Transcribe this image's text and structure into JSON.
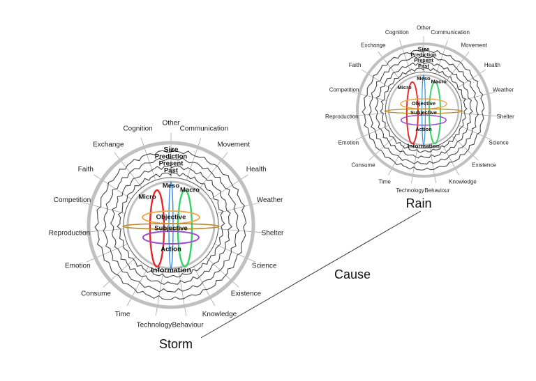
{
  "sectors": [
    "Other",
    "Communication",
    "Movement",
    "Health",
    "Weather",
    "Shelter",
    "Science",
    "Existence",
    "Knowledge",
    "Behaviour",
    "Technology",
    "Time",
    "Consume",
    "Emotion",
    "Reproduction",
    "Competition",
    "Faith",
    "Exchange",
    "Cognition"
  ],
  "rings": [
    "Size",
    "Prediction",
    "Present",
    "Past"
  ],
  "scales": [
    "Micro",
    "Meso",
    "Macro"
  ],
  "perspectives": [
    "Objective",
    "Subjective",
    "Action"
  ],
  "core_label": "Information",
  "events": {
    "storm": "Storm",
    "rain": "Rain",
    "cause": "Cause"
  },
  "colors": {
    "outer_ring": "#c0c0c0",
    "micro": "#e8262a",
    "meso": "#2f8fdc",
    "macro": "#33d36a",
    "objective": "#f2a33c",
    "subjective": "#b98a2a",
    "action": "#9b4dd6"
  }
}
